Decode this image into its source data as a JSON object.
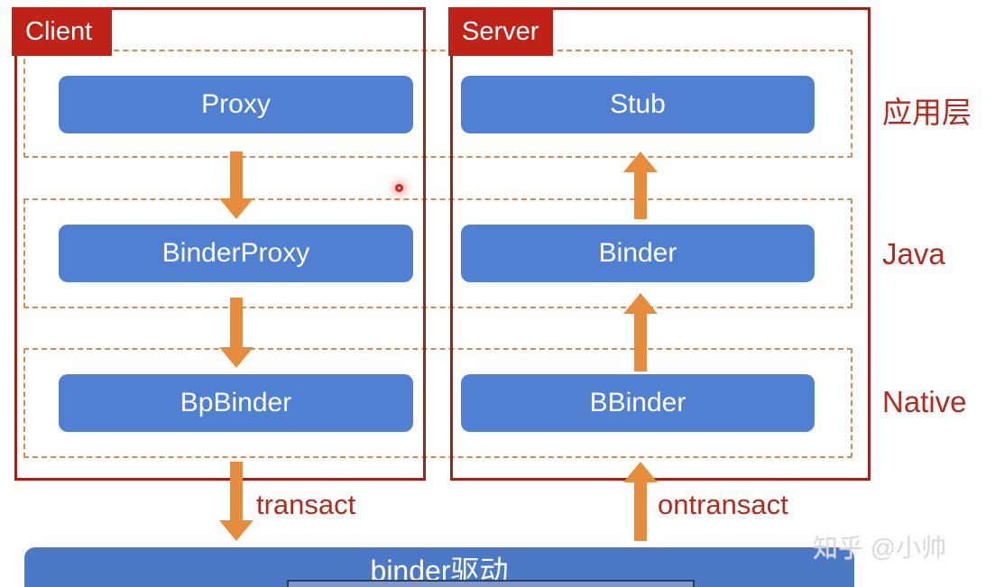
{
  "client": {
    "label": "Client",
    "nodes": [
      {
        "label": "Proxy"
      },
      {
        "label": "BinderProxy"
      },
      {
        "label": "BpBinder"
      }
    ],
    "arrow_label": "transact"
  },
  "server": {
    "label": "Server",
    "nodes": [
      {
        "label": "Stub"
      },
      {
        "label": "Binder"
      },
      {
        "label": "BBinder"
      }
    ],
    "arrow_label": "ontransact"
  },
  "layers": [
    {
      "label": "应用层"
    },
    {
      "label": "Java"
    },
    {
      "label": "Native"
    }
  ],
  "driver": {
    "label": "binder驱动"
  },
  "watermark": {
    "label": "知乎 @小帅"
  },
  "colors": {
    "box_border_red": "#a52116",
    "corner_label_red": "#bf2318",
    "text_red": "#b52a1d",
    "dashed_orange": "#d98a50",
    "arrow_orange": "#e78b3d",
    "node_blue": "#4f80d2",
    "driver_blue": "#4c79c6"
  }
}
